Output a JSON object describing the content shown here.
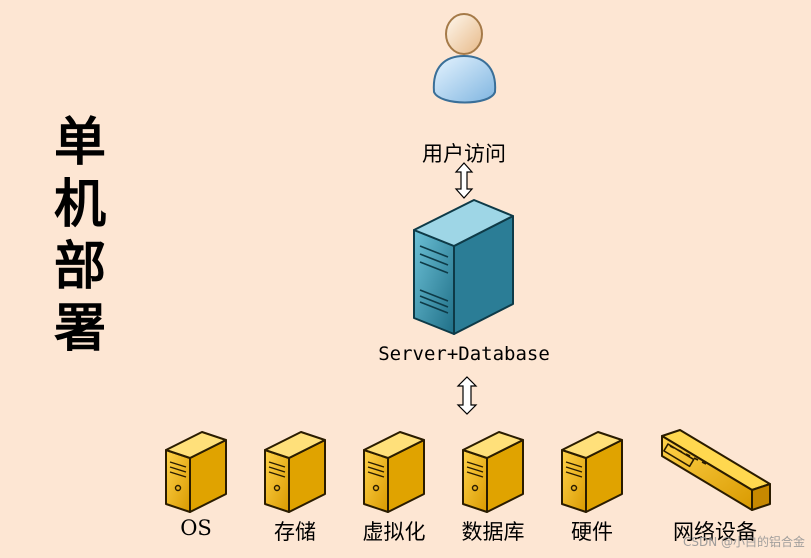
{
  "title_chars": [
    "单",
    "机",
    "部",
    "署"
  ],
  "user": {
    "label": "用户访问"
  },
  "server": {
    "label": "Server+Database"
  },
  "components": [
    {
      "label": "OS"
    },
    {
      "label": "存储"
    },
    {
      "label": "虚拟化"
    },
    {
      "label": "数据库"
    },
    {
      "label": "硬件"
    },
    {
      "label": "网络设备"
    }
  ],
  "watermark": "CSDN @小白的铝合金",
  "colors": {
    "background": "#fde6d3",
    "server_teal": "#2f8fa8",
    "component_gold": "#f2b500"
  }
}
